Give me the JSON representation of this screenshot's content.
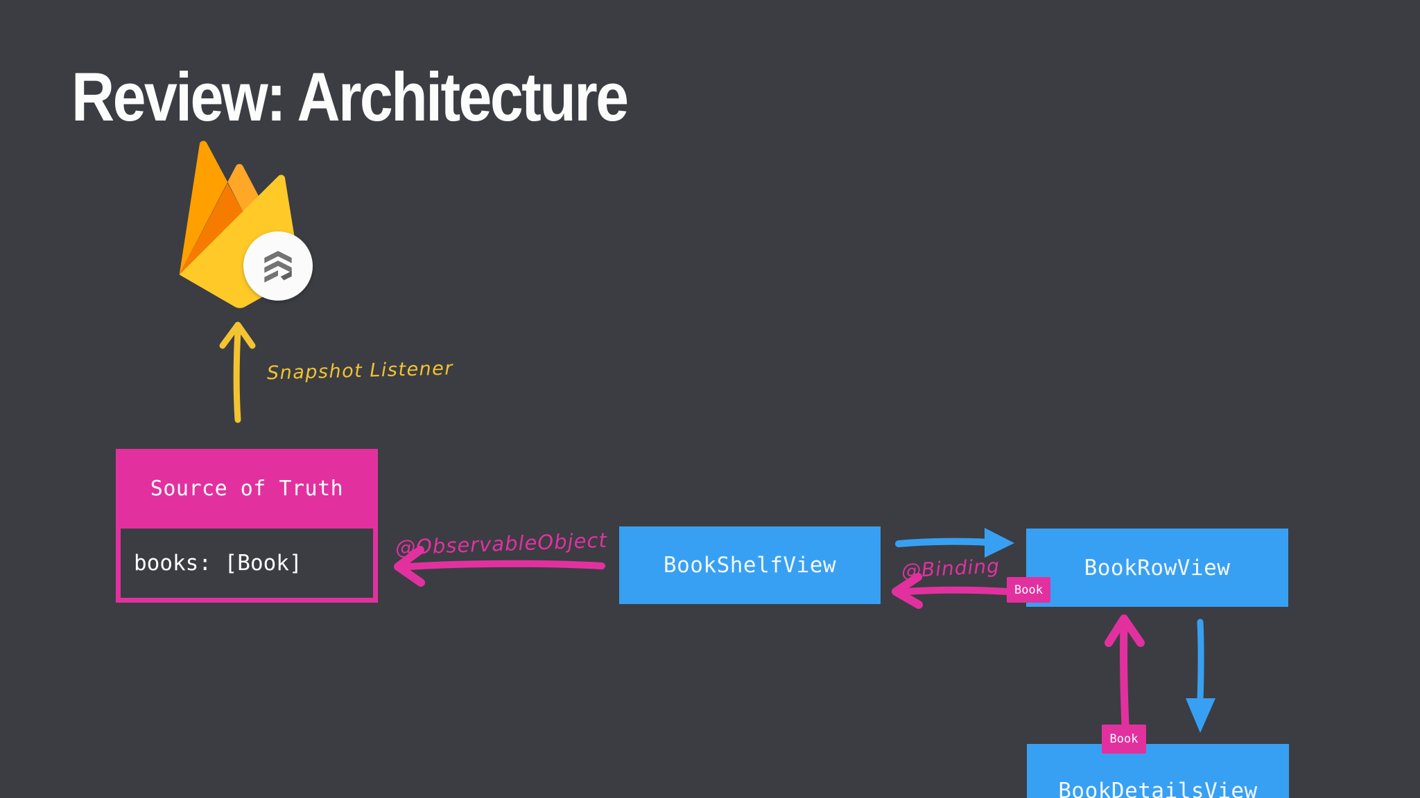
{
  "title": "Review: Architecture",
  "colors": {
    "background": "#3b3d43",
    "pink": "#e2319f",
    "blue": "#38a0f3",
    "yellow": "#f4c331",
    "text_white": "#ffffff",
    "firebase_orange": "#ffa000",
    "firebase_dark_orange": "#f57c00",
    "firebase_yellow": "#ffca28",
    "firestore_gray": "#737373"
  },
  "icons": {
    "firebase": "firebase-flame-icon",
    "firestore": "firestore-layers-icon"
  },
  "labels": {
    "snapshot_listener": "Snapshot Listener",
    "observable_object": "@ObservableObject",
    "binding": "@Binding"
  },
  "boxes": {
    "source_of_truth": {
      "title": "Source of Truth",
      "property": "books: [Book]"
    },
    "book_shelf_view": "BookShelfView",
    "book_row_view": "BookRowView",
    "book_details_view": "BookDetailsView"
  },
  "badges": {
    "binding_param": "Book",
    "details_param": "Book"
  }
}
